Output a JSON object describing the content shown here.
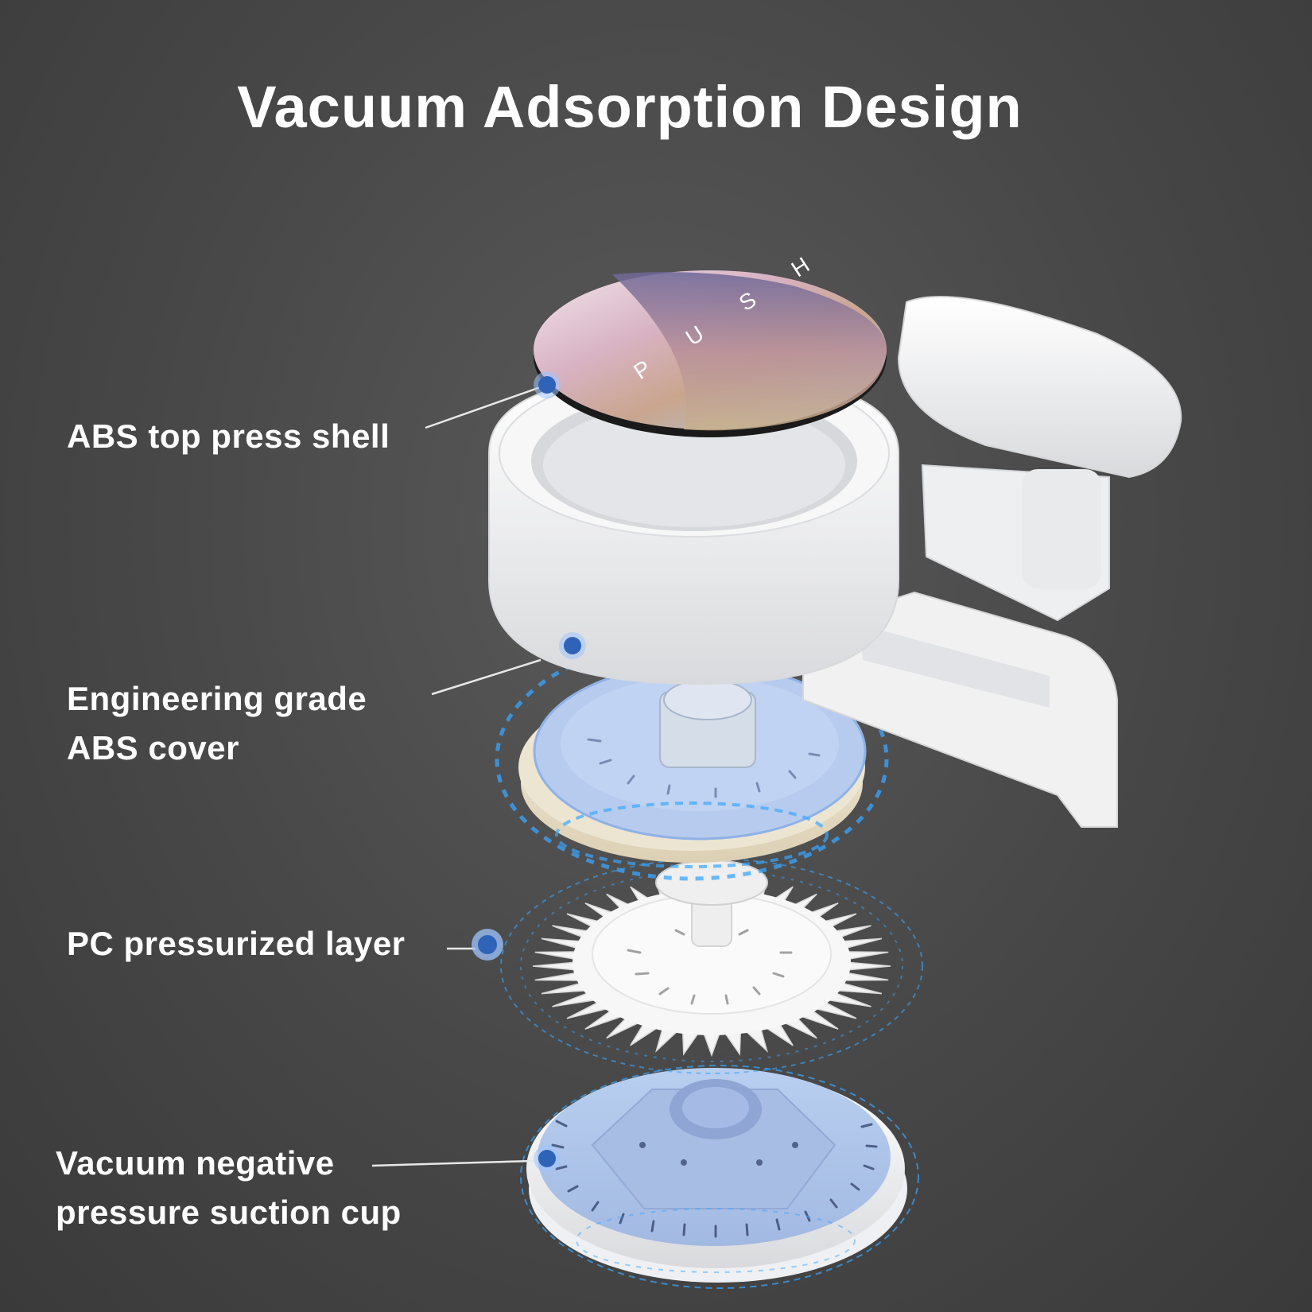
{
  "title": "Vacuum Adsorption Design",
  "button_text": "P U S H",
  "callouts": [
    {
      "lines": [
        "ABS top press shell"
      ]
    },
    {
      "lines": [
        "Engineering grade",
        "ABS cover"
      ]
    },
    {
      "lines": [
        "PC pressurized layer"
      ]
    },
    {
      "lines": [
        "Vacuum negative",
        "pressure suction cup"
      ]
    }
  ],
  "colors": {
    "background": "#474747",
    "marker": "#2f63b8",
    "marker_ring": "#9fc4ff",
    "glow": "#39a6ff",
    "text": "#ffffff"
  }
}
